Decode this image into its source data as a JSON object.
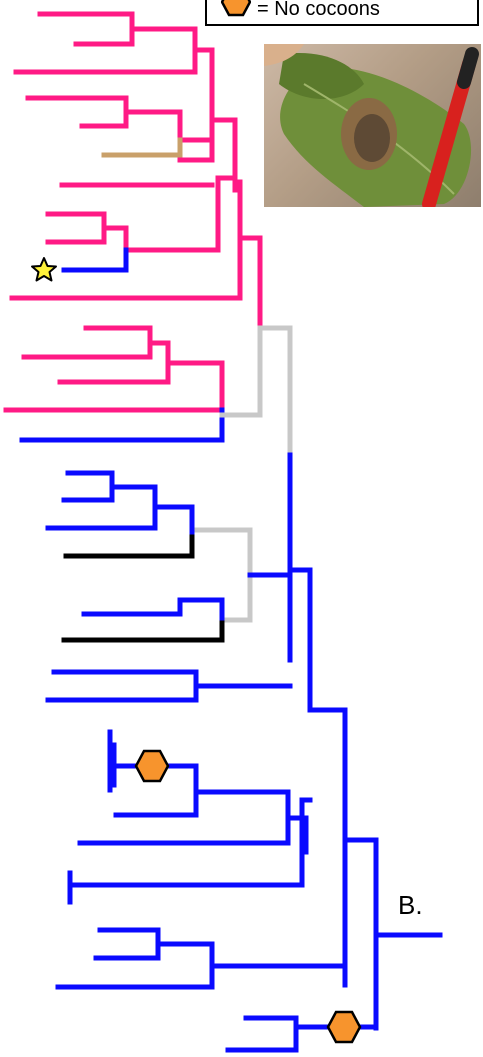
{
  "legend": {
    "label": "= No cocoons",
    "icon": "hexagon-icon",
    "icon_color": "#f7942d"
  },
  "panel_label": "B.",
  "photo": {
    "icon": "leaf-cocoon-photo",
    "colors": [
      "#6f8f3a",
      "#d8211e"
    ]
  },
  "colors": {
    "pink": "#ff1a85",
    "blue": "#0a0aff",
    "tan": "#c9a06a",
    "gray": "#c8c8c8",
    "black": "#000000",
    "star": "#fff23a",
    "hexagon": "#f7942d"
  }
}
